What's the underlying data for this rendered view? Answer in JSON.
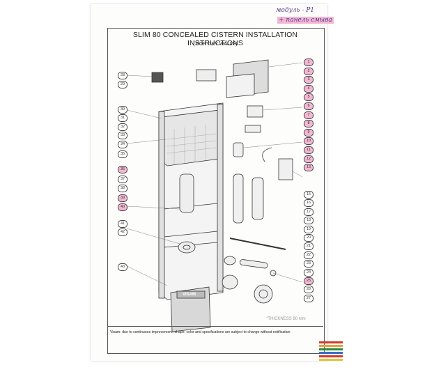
{
  "handwritten_note_1": "модуль - P1",
  "handwritten_note_2": "+ панель смыва",
  "title": "SLIM 80 CONCEALED CISTERN INSTALLATION INSTRUCTIONS",
  "subtitle": "( FOR DRY WALLS)",
  "thickness_label": "*THICKNESS 80 mm",
  "footer_text": "Visam: due to continuous improvement, shape, color and specifications are subject to change without notification",
  "brand_mark": "VISAM",
  "right_callouts": [
    "1",
    "2",
    "3",
    "4",
    "5",
    "6",
    "7",
    "8",
    "9",
    "10",
    "11",
    "12",
    "13",
    "15",
    "16",
    "17",
    "18",
    "19",
    "20",
    "21",
    "22",
    "23",
    "24",
    "25",
    "26",
    "27"
  ],
  "left_callouts": [
    "28",
    "29",
    "30",
    "31",
    "32",
    "33",
    "34",
    "35",
    "36",
    "37",
    "38",
    "39",
    "40",
    "41",
    "42",
    "43"
  ],
  "highlighted_callouts": [
    "1",
    "2",
    "3",
    "4",
    "5",
    "6",
    "7",
    "8",
    "9",
    "10",
    "11",
    "12",
    "13",
    "25",
    "36",
    "39",
    "40"
  ],
  "colors": {
    "highlight": "#f3b7d4",
    "ink": "#5a3c8c",
    "line": "#444444"
  },
  "stripe_colors": [
    "#d23a2c",
    "#e8a23a",
    "#2e8a3e",
    "#3a6cc8",
    "#d23a2c",
    "#e8c23a"
  ]
}
